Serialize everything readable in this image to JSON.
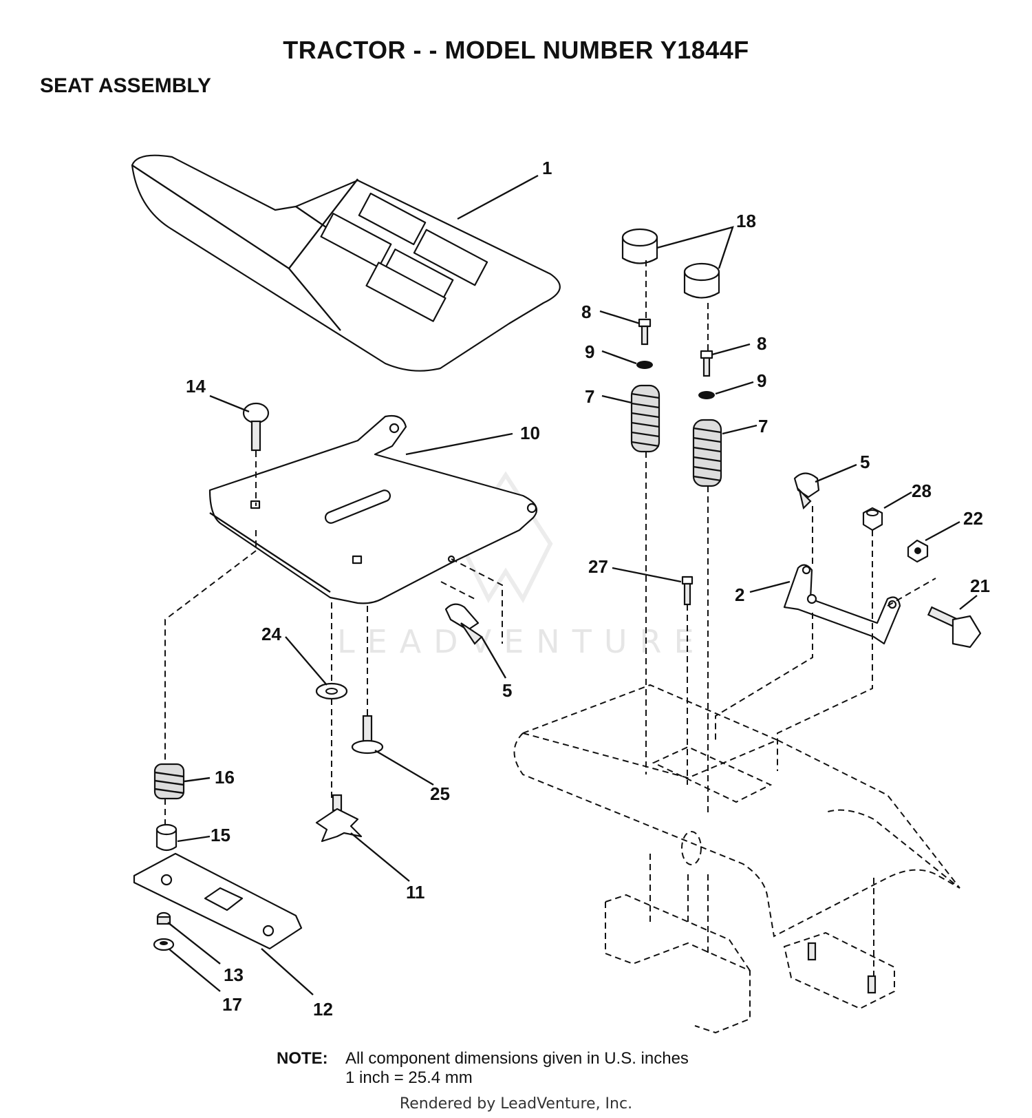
{
  "header": {
    "title": "TRACTOR - - MODEL NUMBER Y1844F",
    "subtitle": "SEAT ASSEMBLY"
  },
  "callouts": [
    "1",
    "18",
    "8",
    "9",
    "7",
    "8",
    "9",
    "7",
    "14",
    "10",
    "5",
    "28",
    "22",
    "27",
    "2",
    "21",
    "24",
    "5",
    "25",
    "16",
    "15",
    "11",
    "13",
    "17",
    "12"
  ],
  "watermark": "LEADVENTURE",
  "note": {
    "label": "NOTE:",
    "line1": "All component dimensions given in U.S. inches",
    "line2": "1 inch = 25.4 mm"
  },
  "footer": "Rendered by LeadVenture, Inc."
}
